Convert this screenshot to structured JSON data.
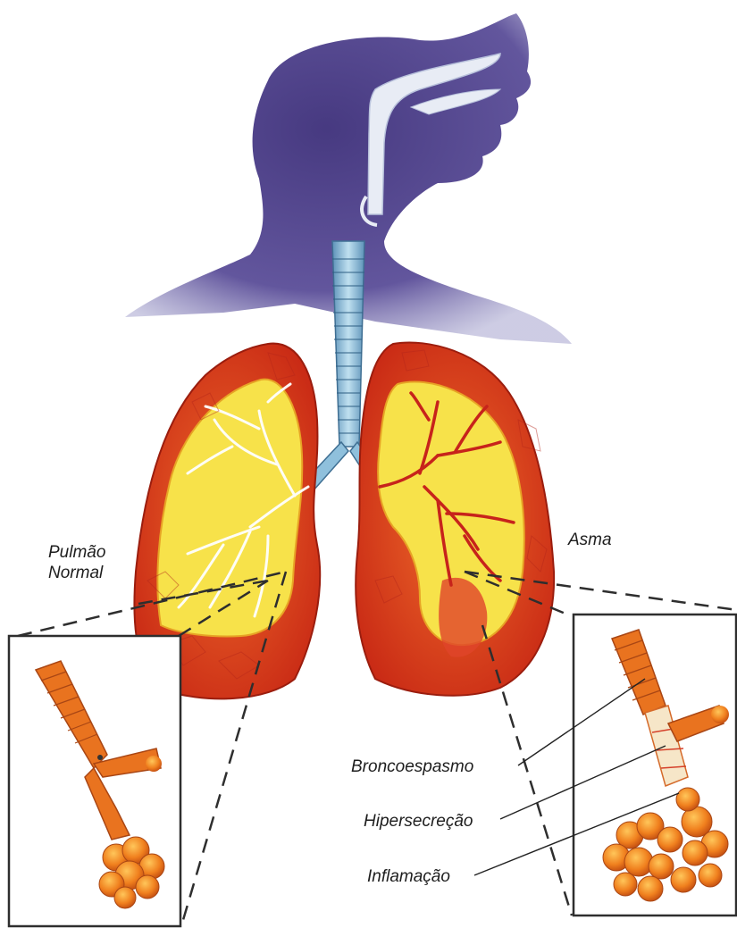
{
  "labels": {
    "pulmao_normal_line1": "Pulmão",
    "pulmao_normal_line2": "Normal",
    "asma": "Asma",
    "broncoespasmo": "Broncoespasmo",
    "hipersecrecao": "Hipersecreção",
    "inflamacao": "Inflamação"
  },
  "colors": {
    "head_silhouette": "#4b3f8a",
    "lung_outer": "#d9351c",
    "lung_inner": "#f6e04a",
    "trachea": "#8fc0dc",
    "bronchi_normal": "#f2f0e6",
    "bronchi_asthma": "#c7231b",
    "alveoli": "#f07a1e"
  }
}
